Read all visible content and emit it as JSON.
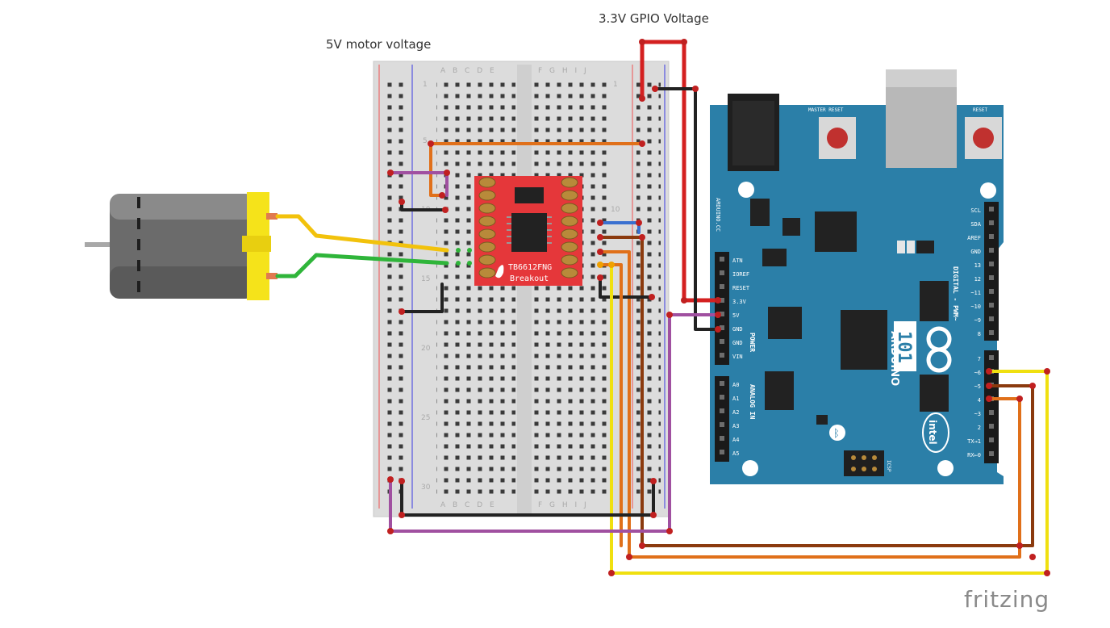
{
  "labels": {
    "motor_voltage": "5V motor voltage",
    "gpio_voltage": "3.3V GPIO Voltage",
    "brand": "fritzing"
  },
  "breadboard": {
    "col_letters_left": "A B C D E",
    "col_letters_right": "F G H I J",
    "row_numbers": [
      "1",
      "5",
      "10",
      "15",
      "20",
      "25",
      "30"
    ]
  },
  "driver": {
    "line1": "TB6612FNG",
    "line2": "Breakout"
  },
  "arduino": {
    "master_reset": "MASTER RESET",
    "reset": "RESET",
    "board_name": "ARDUINO",
    "model": "101",
    "site": "ARDUINO.CC",
    "digital_label": "DIGITAL - PWM~",
    "power_label": "POWER",
    "analog_label": "ANALOG IN",
    "intel": "intel",
    "icsp": "ICSP",
    "power_pins": [
      "ATN",
      "IOREF",
      "RESET",
      "3.3V",
      "5V",
      "GND",
      "GND",
      "VIN"
    ],
    "analog_pins": [
      "A0",
      "A1",
      "A2",
      "A3",
      "A4",
      "A5"
    ],
    "digital_pins_top": [
      "SCL",
      "SDA",
      "AREF",
      "GND",
      "13",
      "12",
      "~11",
      "~10",
      "~9",
      "8"
    ],
    "digital_pins_bottom": [
      "7",
      "~6",
      "~5",
      "4",
      "~3",
      "2",
      "TX→1",
      "RX←0"
    ]
  },
  "colors": {
    "wire_red": "#d42020",
    "wire_black": "#222222",
    "wire_orange": "#e0701a",
    "wire_brown": "#8b3a0e",
    "wire_yellow": "#f0e010",
    "wire_purple": "#a050a0",
    "wire_blue": "#3a70d0",
    "wire_green": "#2fb53a",
    "wire_motor_yellow": "#f2c20c",
    "board_teal": "#2b7fa8",
    "driver_red": "#e5373a"
  }
}
